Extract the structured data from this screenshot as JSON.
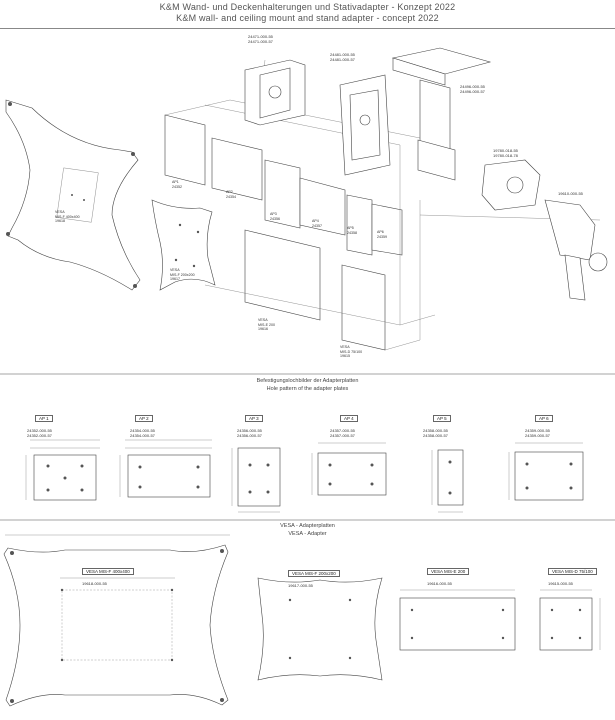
{
  "header": {
    "title_de": "K&M Wand- und Deckenhalterungen und Stativadapter - Konzept 2022",
    "title_en": "K&M wall- and ceiling mount and stand adapter - concept 2022"
  },
  "parts": [
    {
      "code1": "24471-000-55",
      "code2": "24471-000-57"
    },
    {
      "code1": "24481-000-55",
      "code2": "24481-000-57"
    },
    {
      "code1": "24496-000-55",
      "code2": "24496-000-57"
    },
    {
      "code1": "19780-018-55",
      "code2": "19780-018-78"
    },
    {
      "code1": "19610-000-55"
    }
  ],
  "adapter_labels": [
    "AP1\n24352",
    "AP2\n24354",
    "AP3\n24356",
    "AP4\n24357",
    "AP5\n24358",
    "AP6\n24359"
  ],
  "vesa_labels": [
    "VESA\nMIS-F 400x400\n19618",
    "VESA\nMIS-F 200x200\n19617",
    "VESA\nMIS-E 200\n19616",
    "VESA\nMIS-D 75/100\n19615"
  ],
  "holes_section": {
    "title_de": "Befestigungslochbilder der Adapterplatten",
    "title_en": "Hole pattern of the adapter plates",
    "plates": [
      {
        "name": "AP 1",
        "code1": "24352-000-55",
        "code2": "24352-000-57"
      },
      {
        "name": "AP 2",
        "code1": "24354-000-55",
        "code2": "24354-000-57"
      },
      {
        "name": "AP 3",
        "code1": "24356-000-55",
        "code2": "24356-000-57"
      },
      {
        "name": "AP 4",
        "code1": "24357-000-55",
        "code2": "24357-000-57"
      },
      {
        "name": "AP 5",
        "code1": "24358-000-55",
        "code2": "24358-000-57"
      },
      {
        "name": "AP 6",
        "code1": "24359-000-55",
        "code2": "24359-000-57"
      }
    ]
  },
  "vesa_section": {
    "title_de": "VESA - Adapterplatten",
    "title_en": "VESA - Adapter",
    "plates": [
      {
        "name": "VESA MIS-F 400x400",
        "code": "19618-000-55"
      },
      {
        "name": "VESA MIS-F 200x200",
        "code": "19617-000-55"
      },
      {
        "name": "VESA MIS-E 200",
        "code": "19616-000-55"
      },
      {
        "name": "VESA MIS-D 75/100",
        "code": "19615-000-55"
      }
    ]
  }
}
